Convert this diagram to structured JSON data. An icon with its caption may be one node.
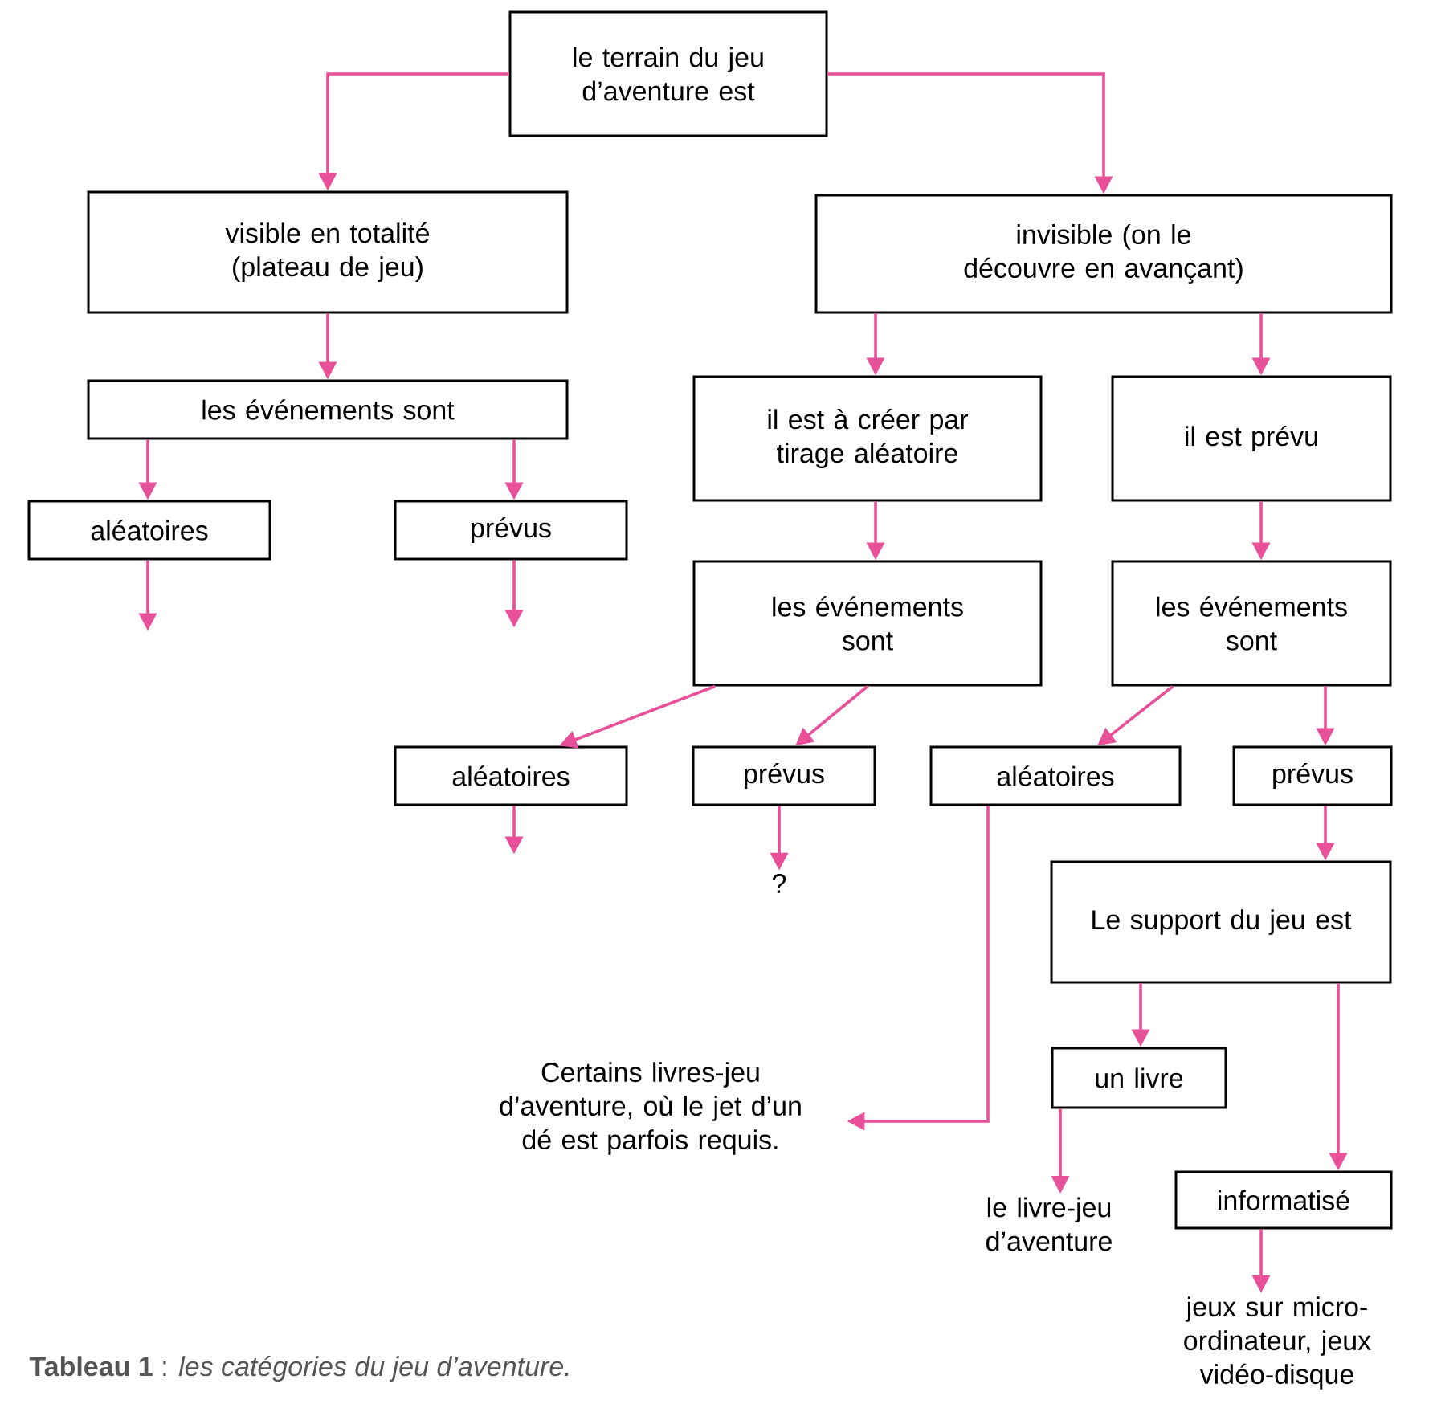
{
  "diagram": {
    "caption": "**Tableau 1** : *les catégories du jeu d’aventure.*",
    "nodes": [
      {
        "text": [
          "le terrain du jeu d’aventure est"
        ]
      },
      {
        "text": [
          "visible en totalité (plateau de jeu)"
        ]
      },
      {
        "text": [
          "invisible (on le découvre en avançant)"
        ]
      },
      {
        "text": [
          "les événements sont"
        ]
      },
      {
        "text": [
          "aléatoires"
        ]
      },
      {
        "text": [
          "prévus"
        ]
      },
      {
        "text": [
          "il est à créer par tirage aléatoire"
        ]
      },
      {
        "text": [
          "il est prévu"
        ]
      },
      {
        "text": [
          "les événements sont"
        ]
      },
      {
        "text": [
          "les événements sont"
        ]
      },
      {
        "text": [
          "aléatoires"
        ]
      },
      {
        "text": [
          "prévus"
        ]
      },
      {
        "text": [
          "aléatoires"
        ]
      },
      {
        "text": [
          "prévus"
        ]
      },
      {
        "text": [
          "?"
        ]
      },
      {
        "text": [
          "Le support du jeu est"
        ]
      },
      {
        "text": [
          "Certains livres-jeu d’aventure, où le jet d’un dé est parfois requis."
        ]
      },
      {
        "text": [
          "un livre"
        ]
      },
      {
        "text": [
          "informatisé"
        ]
      },
      {
        "text": [
          "le livre-jeu d’aventure"
        ]
      },
      {
        "text": [
          "jeux sur micro-ordinateur, jeux vidéo-disque"
        ]
      }
    ],
    "edges": [
      {
        "from": 0,
        "to": 1,
        "arrow": "to"
      },
      {
        "from": 0,
        "to": 2,
        "arrow": "to"
      },
      {
        "from": 1,
        "to": 3,
        "arrow": "to"
      },
      {
        "from": 3,
        "to": 4,
        "arrow": "to"
      },
      {
        "from": 3,
        "to": 5,
        "arrow": "to"
      },
      {
        "from": 4,
        "to": null,
        "arrow": "to"
      },
      {
        "from": 5,
        "to": null,
        "arrow": "to"
      },
      {
        "from": 2,
        "to": 6,
        "arrow": "to"
      },
      {
        "from": 2,
        "to": 7,
        "arrow": "to"
      },
      {
        "from": 6,
        "to": 8,
        "arrow": "to"
      },
      {
        "from": 7,
        "to": 9,
        "arrow": "to"
      },
      {
        "from": 8,
        "to": 10,
        "arrow": "to"
      },
      {
        "from": 8,
        "to": 11,
        "arrow": "to"
      },
      {
        "from": 9,
        "to": 12,
        "arrow": "to"
      },
      {
        "from": 9,
        "to": 13,
        "arrow": "to"
      },
      {
        "from": 10,
        "to": null,
        "arrow": "to"
      },
      {
        "from": 11,
        "to": 14,
        "arrow": "to"
      },
      {
        "from": 13,
        "to": 15,
        "arrow": "to"
      },
      {
        "from": 12,
        "to": 16,
        "arrow": "to"
      },
      {
        "from": 15,
        "to": 17,
        "arrow": "to"
      },
      {
        "from": 15,
        "to": 18,
        "arrow": "to"
      },
      {
        "from": 17,
        "to": 19,
        "arrow": "to"
      },
      {
        "from": 18,
        "to": 20,
        "arrow": "to"
      }
    ]
  }
}
